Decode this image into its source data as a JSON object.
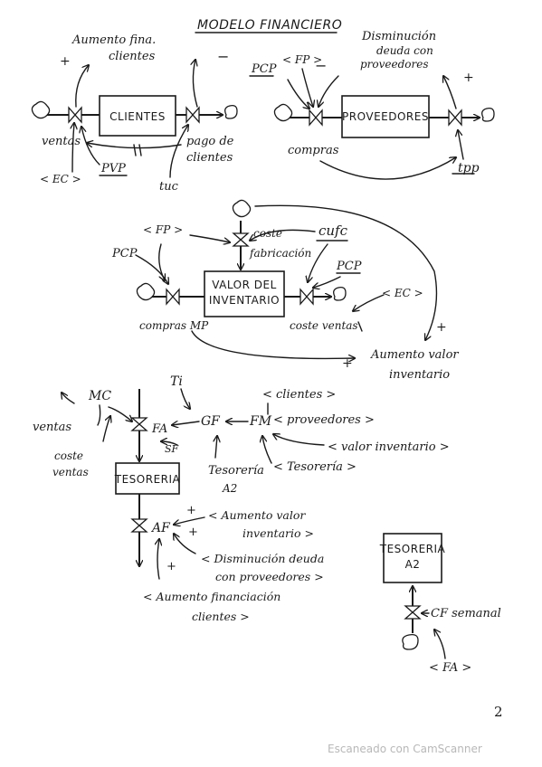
{
  "title": "MODELO FINANCIERO",
  "page_number": "2",
  "footer": "Escaneado con CamScanner",
  "stocks": {
    "clientes": "CLIENTES",
    "proveedores": "PROVEEDORES",
    "valor_inventario": [
      "VALOR DEL",
      "INVENTARIO"
    ],
    "tesoreria": "TESORERIA",
    "tesoreria_a2": [
      "TESORERIA",
      "A2"
    ]
  },
  "labels": {
    "aumento_fin_clientes": [
      "Aumento fina.",
      "clientes"
    ],
    "disminucion_deuda": [
      "Disminución",
      "deuda con",
      "proveedores"
    ],
    "ventas_1": "ventas",
    "ec_1": "< EC >",
    "pvp": "PVP",
    "pago_clientes": [
      "pago de",
      "clientes"
    ],
    "tuc": "tuc",
    "pcp_1": "PCP",
    "fp_1": "< FP >",
    "compras_1": "compras",
    "tpp": "tpp",
    "coste_fabricacion": [
      "coste",
      "fabricación"
    ],
    "fp_2": "< FP >",
    "cufc": "cufc",
    "pcp_2": "PCP",
    "pcp_3": "PCP",
    "compras_mp": "compras MP",
    "coste_ventas_1": "coste ventas",
    "ec_2": "< EC >",
    "aumento_valor_inv": [
      "Aumento valor",
      "inventario"
    ],
    "mc": "MC",
    "ventas_2": "ventas",
    "coste_ventas_2": [
      "coste",
      "ventas"
    ],
    "fa": "FA",
    "gf": "GF",
    "fm": "FM",
    "ti": "Ti",
    "clientes_ref": "< clientes >",
    "proveedores_ref": "< proveedores >",
    "valor_inv_ref": "< valor inventario >",
    "tesoreria_ref": "< Tesorería >",
    "tesoreria_a2_label": [
      "Tesorería",
      "A2"
    ],
    "sf": "SF",
    "af": "AF",
    "aumento_valor_inv_ref": [
      "< Aumento valor",
      "inventario >"
    ],
    "disminucion_deuda_ref": [
      "< Disminución deuda",
      "con proveedores >"
    ],
    "aumento_financ_clientes": [
      "< Aumento financiación",
      "clientes >"
    ],
    "cf_semanal": "CF semanal",
    "fa_ref": "< FA >",
    "plus": "+",
    "minus": "−"
  }
}
